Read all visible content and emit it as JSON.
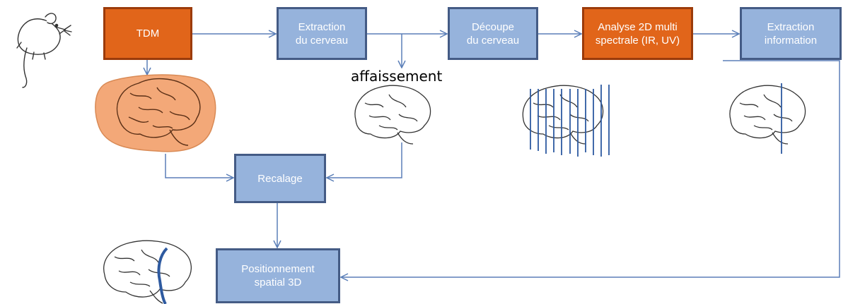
{
  "boxes": {
    "tdm": "TDM",
    "extraction_cerveau": "Extraction\ndu cerveau",
    "decoupe_cerveau": "Découpe\ndu cerveau",
    "analyse_2d": "Analyse 2D multi\nspectrale (IR, UV)",
    "extraction_information": "Extraction\ninformation",
    "recalage": "Recalage",
    "positionnement": "Positionnement\nspatial 3D"
  },
  "labels": {
    "affaissement": "affaissement"
  },
  "colors": {
    "blue_fill": "#96b3dc",
    "blue_border": "#445b85",
    "orange_fill": "#e1651a",
    "orange_border": "#9b3b0b",
    "arrow": "#5b7fb8"
  },
  "icons": [
    "mouse-icon",
    "brain-icon"
  ]
}
